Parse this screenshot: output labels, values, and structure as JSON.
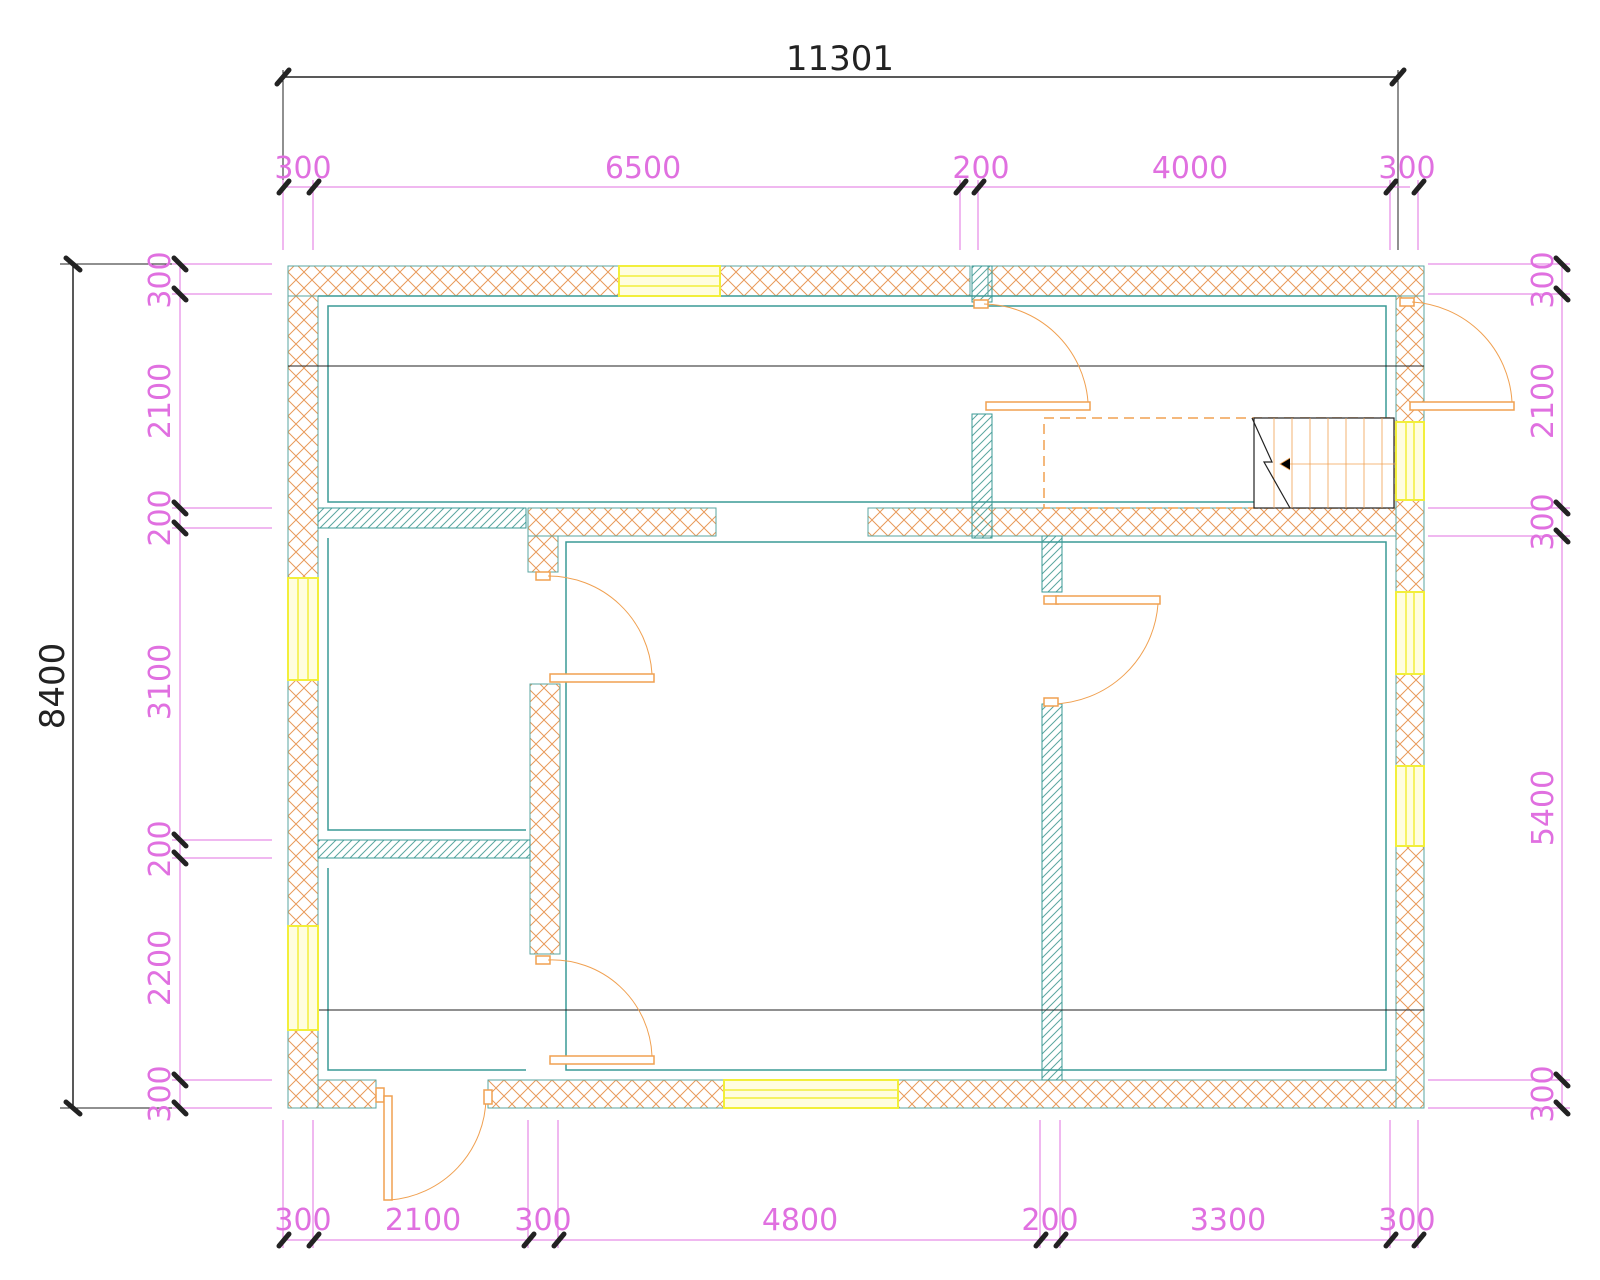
{
  "colors": {
    "wall_hatch": "#e89a5a",
    "partition_hatch": "#5aa6a0",
    "inner_line": "#3a9a96",
    "window": "#f2ef3a",
    "door": "#f0a050",
    "dim_part": "#e070e0",
    "dim_total": "#222222",
    "line": "#222222"
  },
  "dimensions": {
    "overall_width": "11301",
    "overall_height": "8400",
    "top": [
      "300",
      "6500",
      "200",
      "4000",
      "300"
    ],
    "bottom": [
      "300",
      "2100",
      "300",
      "4800",
      "200",
      "3300",
      "300"
    ],
    "left": [
      "300",
      "2100",
      "200",
      "3100",
      "200",
      "2200",
      "300"
    ],
    "right": [
      "300",
      "2100",
      "300",
      "5400",
      "300"
    ]
  }
}
